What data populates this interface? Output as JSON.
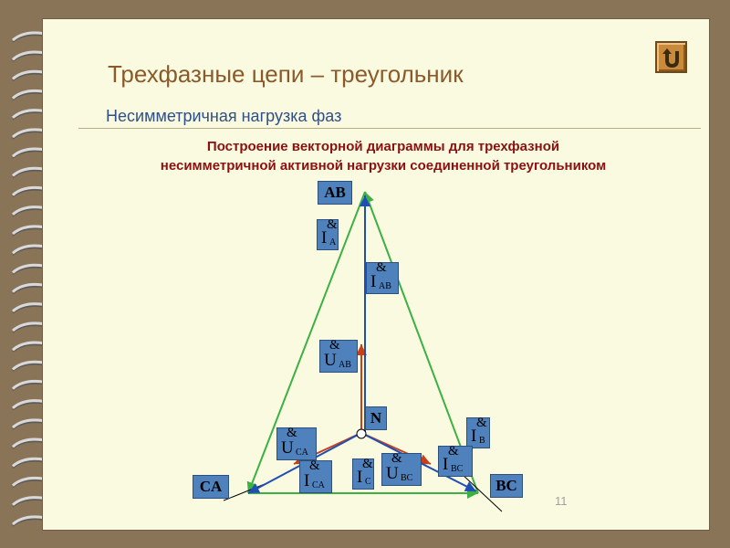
{
  "slide": {
    "title": "Трехфазные цепи – треугольник",
    "subtitle": "Несимметричная нагрузка фаз",
    "heading_line1": "Построение векторной диаграммы для трехфазной",
    "heading_line2": "несимметричной активной нагрузки соединенной треугольником",
    "page_number": "11",
    "back_icon": "u-turn-arrow-icon"
  },
  "nodes": {
    "ab": "AB",
    "ca": "CA",
    "bc": "BC",
    "n": "N"
  },
  "vector_labels": [
    {
      "id": "ia",
      "symbol": "I",
      "dot": "&",
      "sub": "A"
    },
    {
      "id": "iab",
      "symbol": "I",
      "dot": "&",
      "sub": "AB"
    },
    {
      "id": "uab",
      "symbol": "U",
      "dot": "&",
      "sub": "AB"
    },
    {
      "id": "ib",
      "symbol": "I",
      "dot": "&",
      "sub": "B"
    },
    {
      "id": "uca",
      "symbol": "U",
      "dot": "&",
      "sub": "CA"
    },
    {
      "id": "ica",
      "symbol": "I",
      "dot": "&",
      "sub": "CA"
    },
    {
      "id": "ic",
      "symbol": "I",
      "dot": "&",
      "sub": "C"
    },
    {
      "id": "ubc",
      "symbol": "U",
      "dot": "&",
      "sub": "BC"
    },
    {
      "id": "ibc",
      "symbol": "I",
      "dot": "&",
      "sub": "BC"
    }
  ],
  "colors": {
    "triangle": "#3cb043",
    "current_vectors": "#1f4fb4",
    "voltage_vectors": "#c8401a",
    "label_fill": "#4f81bd",
    "title": "#8a5a2b",
    "heading": "#8b1010"
  }
}
